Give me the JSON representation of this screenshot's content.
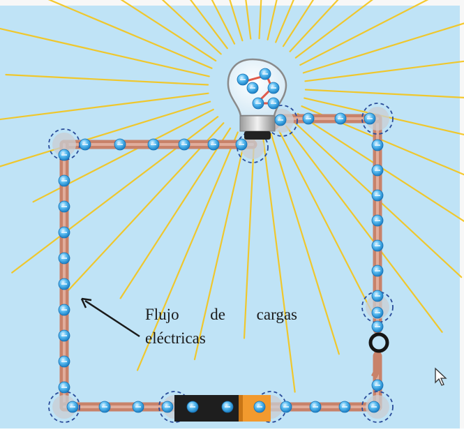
{
  "annotation": {
    "line1_words": [
      "Flujo",
      "de",
      "cargas"
    ],
    "line2": "eléctricas"
  },
  "colors": {
    "background": "#bfe3f6",
    "ray": "#f5c518",
    "wire": "#c8826a",
    "wire_highlight": "#e8b8a8",
    "charge": "#2ea0e6",
    "charge_light": "#bfe6fb",
    "junction_ring": "#2a4c9a",
    "battery_dark": "#1e1e1e",
    "battery_orange": "#f29a2e",
    "bulb_glass": "#eef6fc",
    "filament": "#e05a4a"
  },
  "icons": [
    "light-bulb-icon",
    "battery-icon",
    "switch-icon",
    "arrow-icon",
    "mouse-cursor-icon"
  ]
}
